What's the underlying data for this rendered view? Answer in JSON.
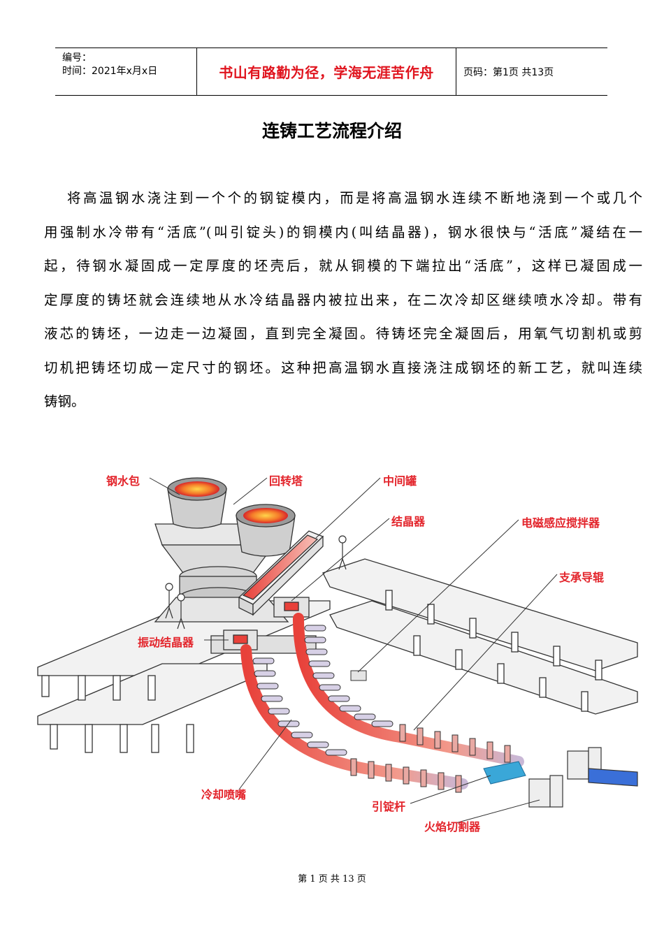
{
  "header": {
    "number_label": "编号：",
    "date_line": "时间：2021年x月x日",
    "motto": "书山有路勤为径，学海无涯苦作舟",
    "page_info": "页码：第1页  共13页"
  },
  "title": "连铸工艺流程介绍",
  "paragraph": [
    "将高温钢水浇注到一个个的钢锭模内，而是将高温钢水连续不断地浇到一个或几个",
    "用强制水冷带有“活底”(叫引锭头)的铜模内(叫结晶器)，钢水很快与“活底”凝结在一",
    "起，待钢水凝固成一定厚度的坯壳后，就从铜模的下端拉出“活底”，这样已凝固成一",
    "定厚度的铸坯就会连续地从水冷结晶器内被拉出来，在二次冷却区继续喷水冷却。带有",
    "液芯的铸坯，一边走一边凝固，直到完全凝固。待铸坯完全凝固后，用氧气切割机或剪",
    "切机把铸坯切成一定尺寸的钢坯。这种把高温钢水直接浇注成钢坯的新工艺，就叫连续",
    "铸钢。"
  ],
  "diagram_labels": {
    "ladle": "钢水包",
    "turret": "回转塔",
    "tundish": "中间罐",
    "mold": "结晶器",
    "stirrer": "电磁感应搅拌器",
    "rollers": "支承导辊",
    "oscillating_mold": "振动结晶器",
    "spray": "冷却喷嘴",
    "dummy_bar": "引锭杆",
    "cutter": "火焰切割器"
  },
  "colors": {
    "motto": "#e0141e",
    "label": "#e3242b",
    "hot_steel": "#e8413a",
    "cool_bar": "#3aa7d8"
  },
  "footer": "第 1 页 共 13 页"
}
